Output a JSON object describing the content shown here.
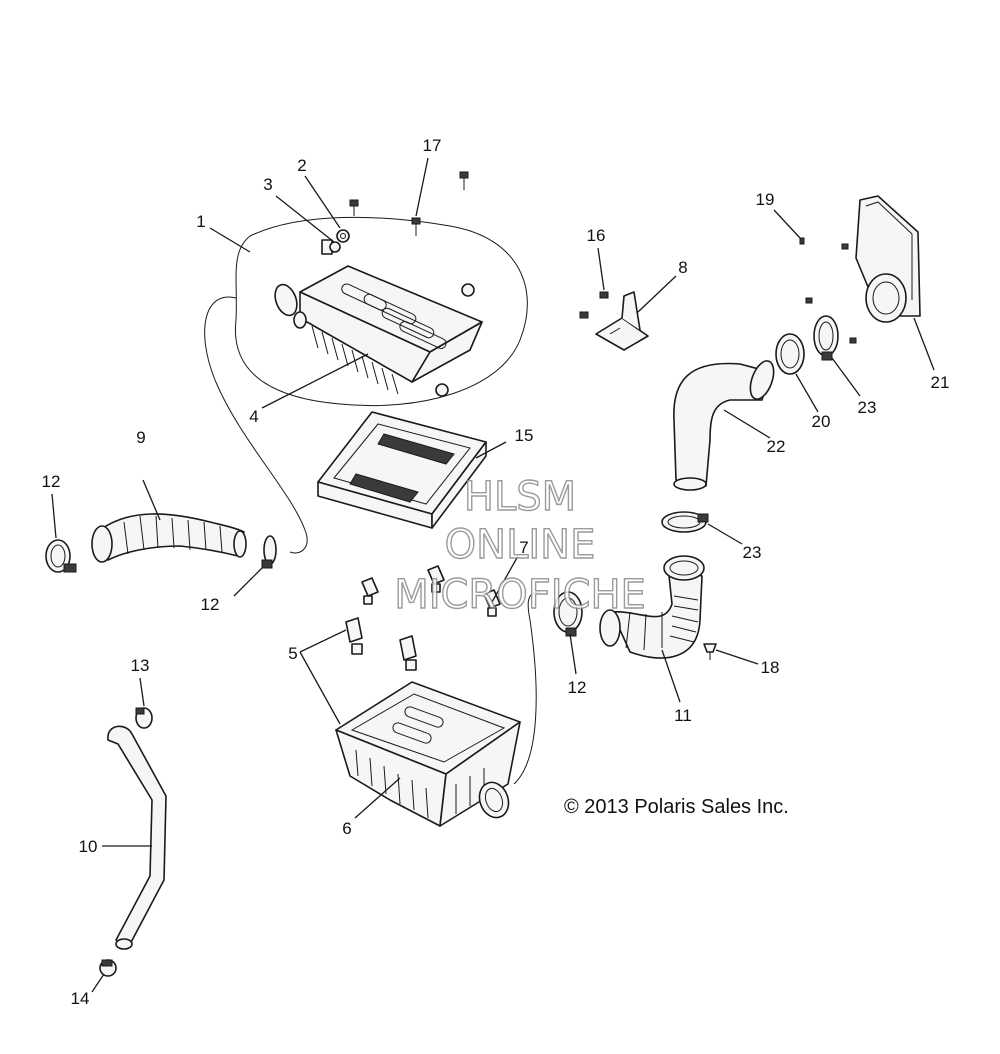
{
  "diagram": {
    "copyright": "© 2013 Polaris Sales Inc.",
    "watermark": [
      "HLSM",
      "ONLINE",
      "MICROFICHE"
    ],
    "callouts": [
      {
        "id": "c1",
        "text": "1"
      },
      {
        "id": "c2",
        "text": "2"
      },
      {
        "id": "c3",
        "text": "3"
      },
      {
        "id": "c4",
        "text": "4"
      },
      {
        "id": "c5",
        "text": "5"
      },
      {
        "id": "c6",
        "text": "6"
      },
      {
        "id": "c7",
        "text": "7"
      },
      {
        "id": "c8",
        "text": "8"
      },
      {
        "id": "c9",
        "text": "9"
      },
      {
        "id": "c10",
        "text": "10"
      },
      {
        "id": "c11",
        "text": "11"
      },
      {
        "id": "c12a",
        "text": "12"
      },
      {
        "id": "c12b",
        "text": "12"
      },
      {
        "id": "c12c",
        "text": "12"
      },
      {
        "id": "c13",
        "text": "13"
      },
      {
        "id": "c14",
        "text": "14"
      },
      {
        "id": "c15",
        "text": "15"
      },
      {
        "id": "c16",
        "text": "16"
      },
      {
        "id": "c17",
        "text": "17"
      },
      {
        "id": "c18",
        "text": "18"
      },
      {
        "id": "c19",
        "text": "19"
      },
      {
        "id": "c20",
        "text": "20"
      },
      {
        "id": "c21",
        "text": "21"
      },
      {
        "id": "c22",
        "text": "22"
      },
      {
        "id": "c23a",
        "text": "23"
      },
      {
        "id": "c23b",
        "text": "23"
      }
    ]
  }
}
